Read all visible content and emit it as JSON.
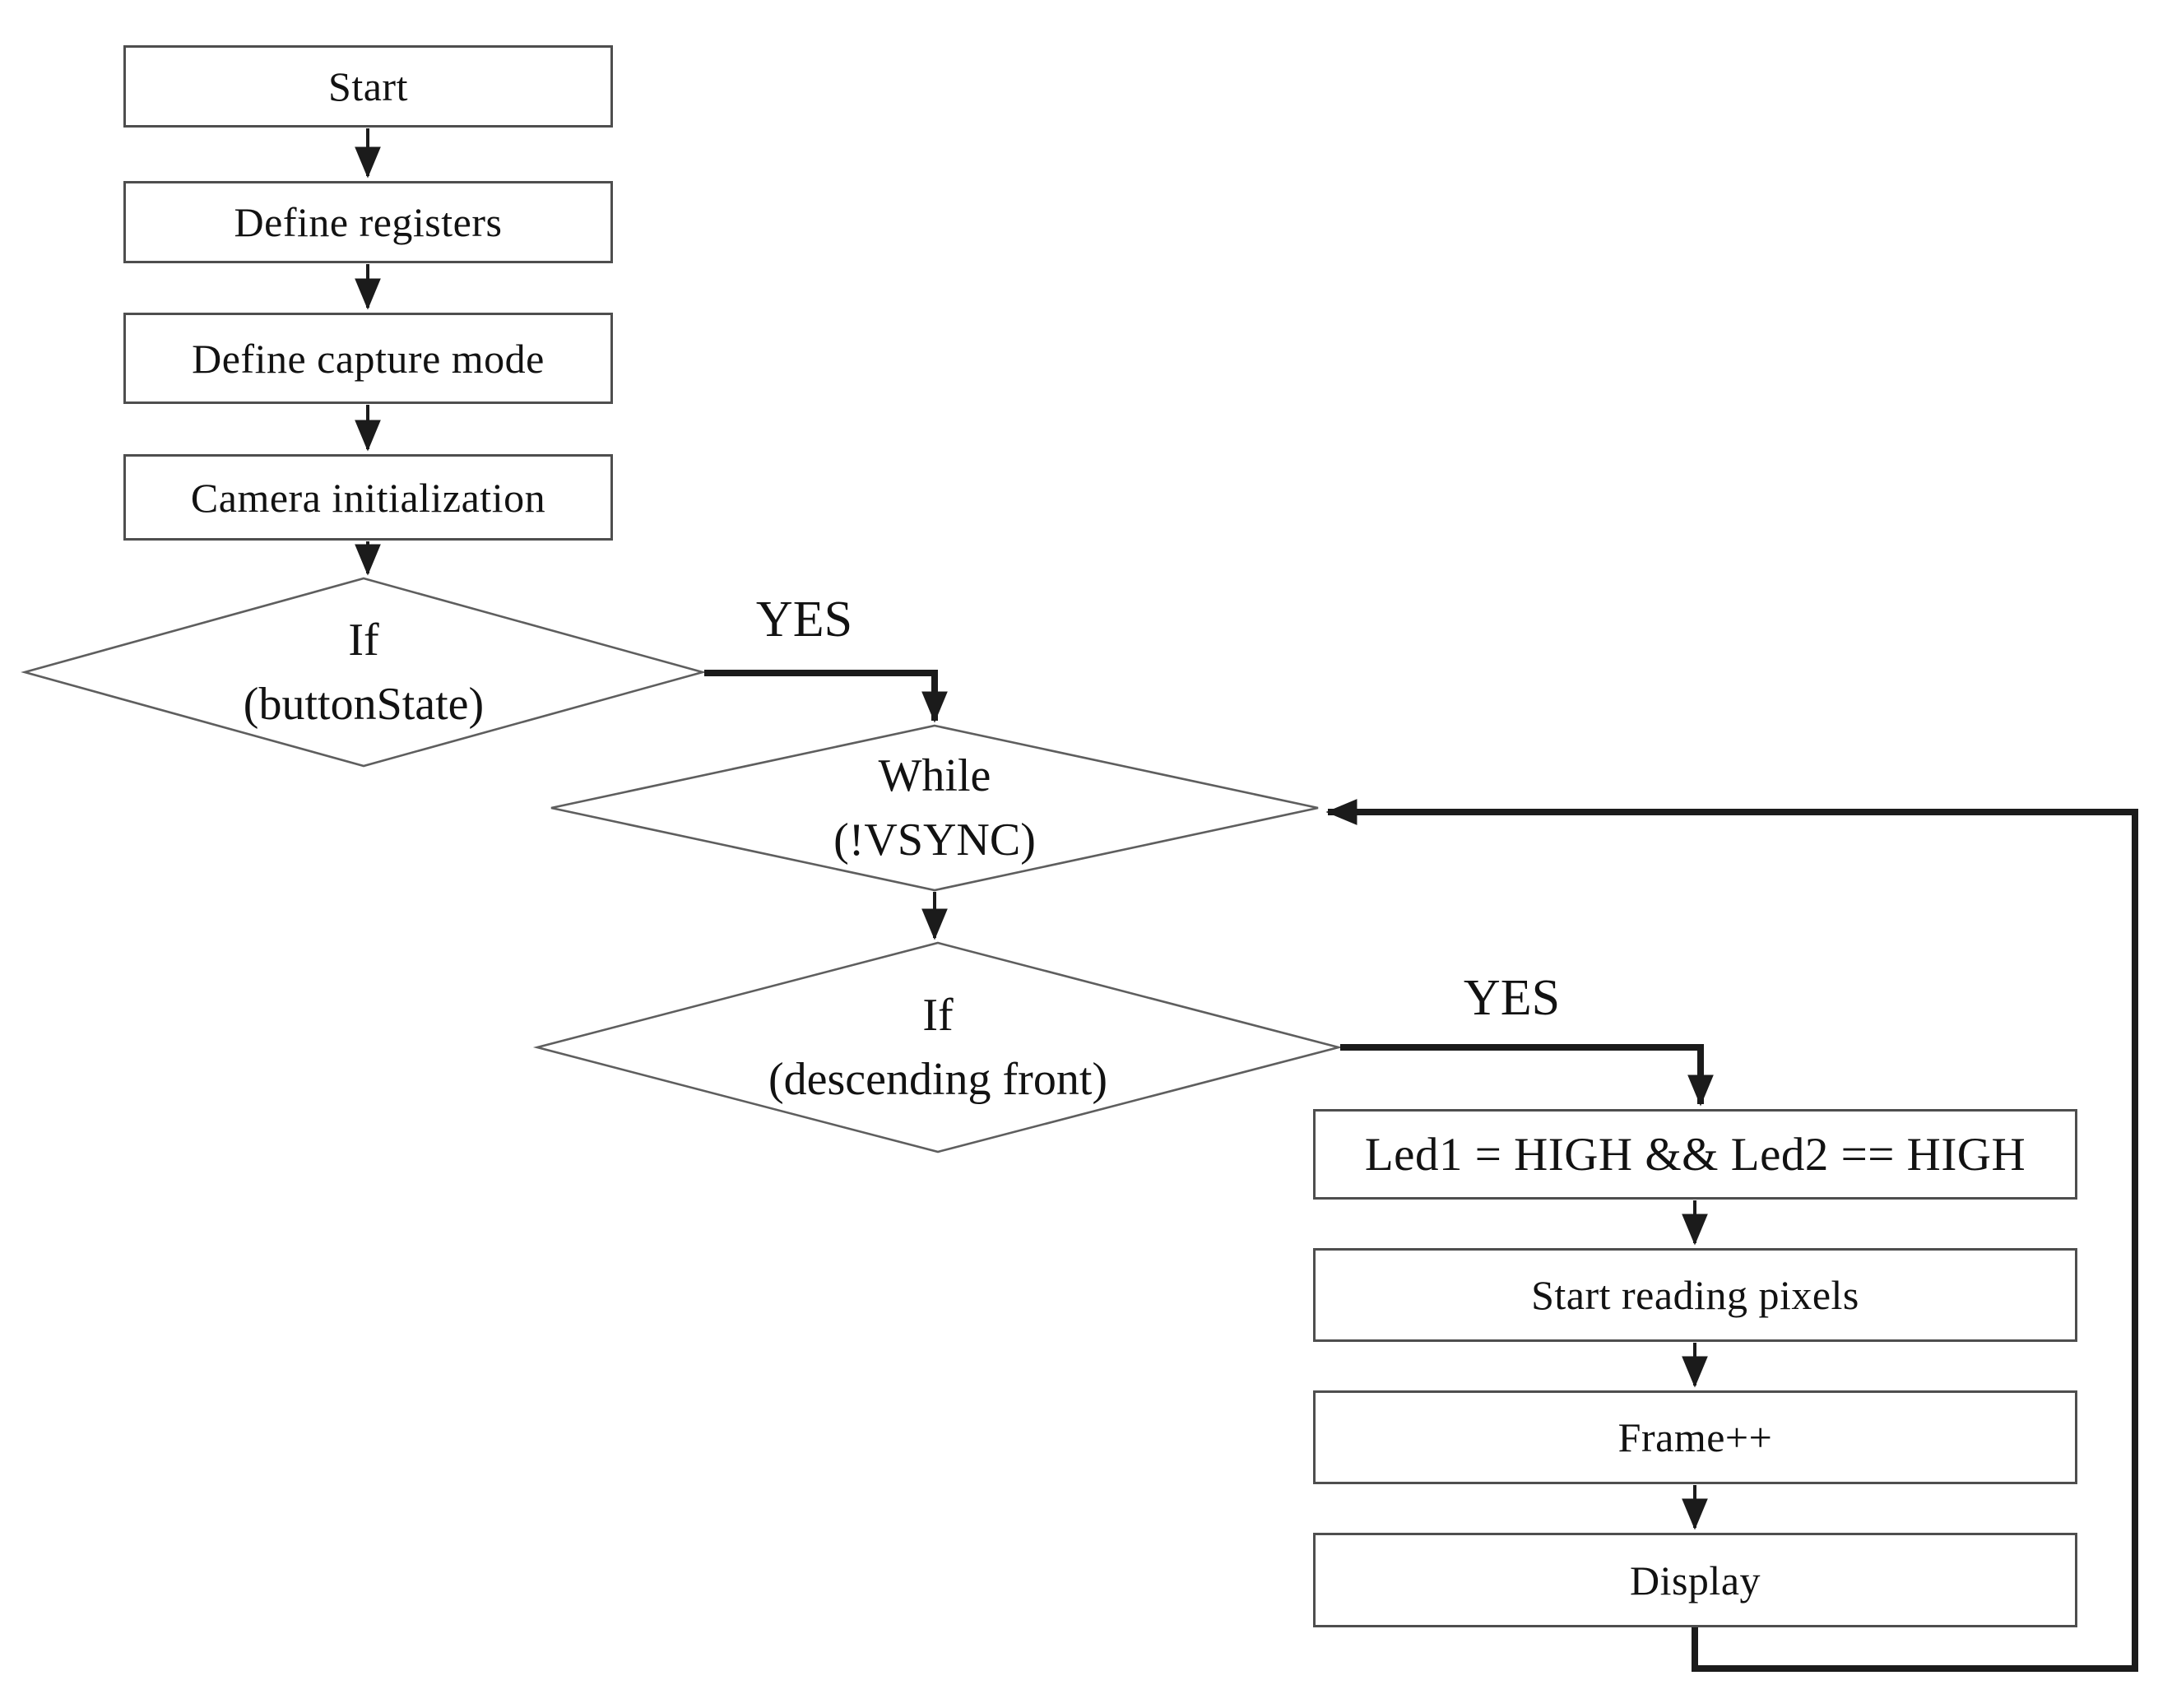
{
  "flowchart": {
    "background_color": "#ffffff",
    "line_color": "#1b1b1b",
    "box_border_color": "#4e4e4e",
    "diamond_border_color": "#5e5e5e",
    "text_color": "#121212",
    "boxes": {
      "start": "Start",
      "define_registers": "Define registers",
      "define_capture_mode": "Define capture mode",
      "camera_initialization": "Camera initialization",
      "led_condition": "Led1 = HIGH && Led2 == HIGH",
      "start_reading_pixels": "Start reading pixels",
      "frame_increment": "Frame++",
      "display": "Display"
    },
    "decisions": {
      "button_state": {
        "line1": "If",
        "line2": "(buttonState)"
      },
      "vsync": {
        "line1": "While",
        "line2": "(!VSYNC)"
      },
      "descending_front": {
        "line1": "If",
        "line2": "(descending front)"
      }
    },
    "branch_labels": {
      "button_state_yes": "YES",
      "descending_front_yes": "YES"
    }
  }
}
